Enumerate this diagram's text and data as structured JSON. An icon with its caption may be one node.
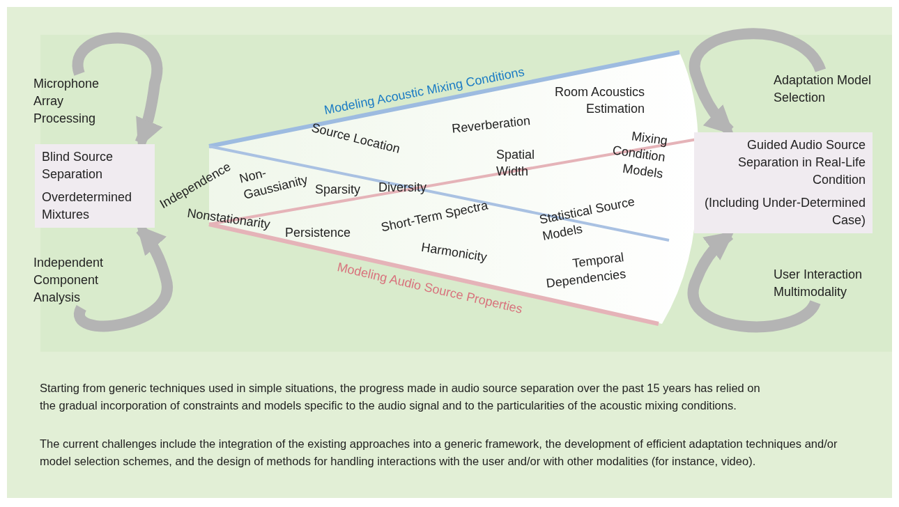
{
  "diagram": {
    "caption": "Starting from generic techniques used in simple situations, the progress made in audio source separation over the past 15 years has relied on the gradual incorporation of constraints and models specific to the audio signal and to the particularities of the acoustic mixing conditions.",
    "nodes": [
      {
        "text": [
          "Microphone Array Processing"
        ]
      },
      {
        "text": [
          "Blind Source Separation",
          "Overdetermined Mixtures"
        ]
      },
      {
        "text": [
          "Independent Component Analysis"
        ]
      },
      {
        "text": [
          "Adaptation Model Selection"
        ]
      },
      {
        "text": [
          "Guided Audio Source Separation in Real-Life Condition",
          "(Including Under-Determined Case)"
        ]
      },
      {
        "text": [
          "User Interaction Multimodality"
        ]
      }
    ],
    "edges": [
      {
        "from": 0,
        "to": 1,
        "arrow": "to"
      },
      {
        "from": 2,
        "to": 1,
        "arrow": "to"
      },
      {
        "from": 3,
        "to": 4,
        "arrow": "to"
      },
      {
        "from": 5,
        "to": 4,
        "arrow": "to"
      }
    ],
    "labels": [
      "Modeling Acoustic Mixing Conditions",
      "Room Acoustics Estimation",
      "Reverberation",
      "Source Location",
      "Spatial Width",
      "Mixing Condition Models",
      "Independence",
      "Non-Gaussianity",
      "Sparsity",
      "Diversity",
      "Nonstationarity",
      "Persistence",
      "Short-Term Spectra",
      "Statistical Source Models",
      "Harmonicity",
      "Temporal Dependencies",
      "Modeling Audio Source Properties",
      "The current challenges include the integration of the existing approaches into a generic framework, the development of efficient adaptation techniques and/or model selection schemes, and the design of methods for handling interactions with the user and/or with other modalities (for instance, video)."
    ]
  }
}
